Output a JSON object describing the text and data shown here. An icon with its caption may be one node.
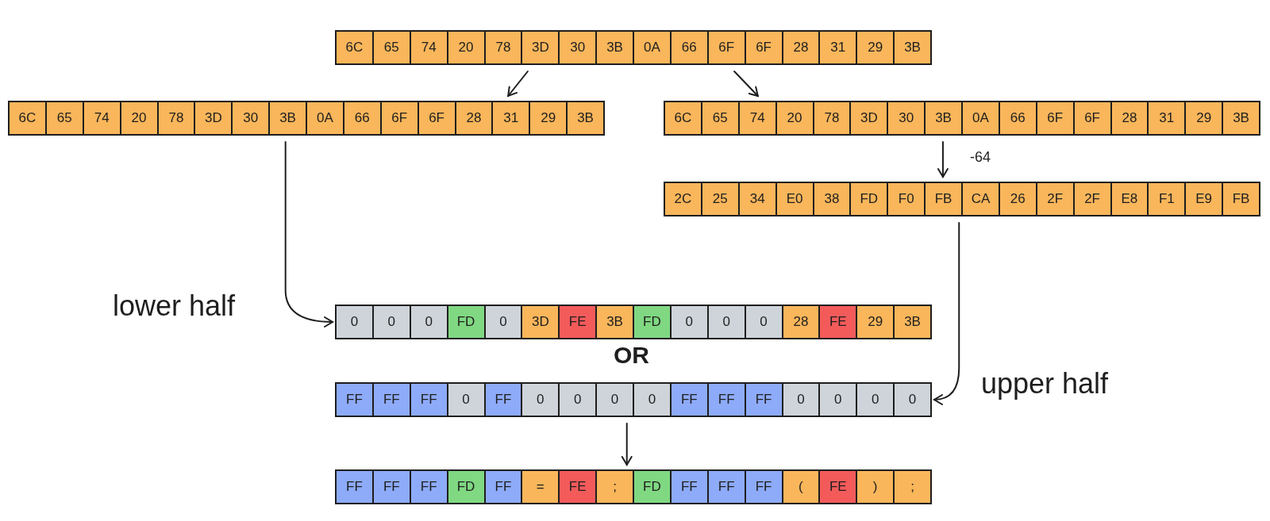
{
  "diagram": {
    "nodes": [
      {
        "text": [],
        "shape": "bar"
      },
      {
        "text": [
          "6C"
        ],
        "in": 0
      },
      {
        "text": [
          "65"
        ],
        "in": 0
      },
      {
        "text": [
          "74"
        ],
        "in": 0
      },
      {
        "text": [
          "20"
        ],
        "in": 0
      },
      {
        "text": [
          "78"
        ],
        "in": 0
      },
      {
        "text": [
          "3D"
        ],
        "in": 0
      },
      {
        "text": [
          "30"
        ],
        "in": 0
      },
      {
        "text": [
          "3B"
        ],
        "in": 0
      },
      {
        "text": [
          "0A"
        ],
        "in": 0
      },
      {
        "text": [
          "66"
        ],
        "in": 0
      },
      {
        "text": [
          "6F"
        ],
        "in": 0
      },
      {
        "text": [
          "6F"
        ],
        "in": 0
      },
      {
        "text": [
          "28"
        ],
        "in": 0
      },
      {
        "text": [
          "31"
        ],
        "in": 0
      },
      {
        "text": [
          "29"
        ],
        "in": 0
      },
      {
        "text": [
          "3B"
        ],
        "in": 0
      },
      {
        "text": [],
        "shape": "bar"
      },
      {
        "text": [
          "6C"
        ],
        "in": 17
      },
      {
        "text": [
          "65"
        ],
        "in": 17
      },
      {
        "text": [
          "74"
        ],
        "in": 17
      },
      {
        "text": [
          "20"
        ],
        "in": 17
      },
      {
        "text": [
          "78"
        ],
        "in": 17
      },
      {
        "text": [
          "3D"
        ],
        "in": 17
      },
      {
        "text": [
          "30"
        ],
        "in": 17
      },
      {
        "text": [
          "3B"
        ],
        "in": 17
      },
      {
        "text": [
          "0A"
        ],
        "in": 17
      },
      {
        "text": [
          "66"
        ],
        "in": 17
      },
      {
        "text": [
          "6F"
        ],
        "in": 17
      },
      {
        "text": [
          "6F"
        ],
        "in": 17
      },
      {
        "text": [
          "28"
        ],
        "in": 17
      },
      {
        "text": [
          "31"
        ],
        "in": 17
      },
      {
        "text": [
          "29"
        ],
        "in": 17
      },
      {
        "text": [
          "3B"
        ],
        "in": 17
      },
      {
        "text": [],
        "shape": "bar"
      },
      {
        "text": [
          "6C"
        ],
        "in": 34
      },
      {
        "text": [
          "65"
        ],
        "in": 34
      },
      {
        "text": [
          "74"
        ],
        "in": 34
      },
      {
        "text": [
          "20"
        ],
        "in": 34
      },
      {
        "text": [
          "78"
        ],
        "in": 34
      },
      {
        "text": [
          "3D"
        ],
        "in": 34
      },
      {
        "text": [
          "30"
        ],
        "in": 34
      },
      {
        "text": [
          "3B"
        ],
        "in": 34
      },
      {
        "text": [
          "0A"
        ],
        "in": 34
      },
      {
        "text": [
          "66"
        ],
        "in": 34
      },
      {
        "text": [
          "6F"
        ],
        "in": 34
      },
      {
        "text": [
          "6F"
        ],
        "in": 34
      },
      {
        "text": [
          "28"
        ],
        "in": 34
      },
      {
        "text": [
          "31"
        ],
        "in": 34
      },
      {
        "text": [
          "29"
        ],
        "in": 34
      },
      {
        "text": [
          "3B"
        ],
        "in": 34
      },
      {
        "text": [],
        "shape": "bar"
      },
      {
        "text": [
          "2C"
        ],
        "in": 51
      },
      {
        "text": [
          "25"
        ],
        "in": 51
      },
      {
        "text": [
          "34"
        ],
        "in": 51
      },
      {
        "text": [
          "E0"
        ],
        "in": 51
      },
      {
        "text": [
          "38"
        ],
        "in": 51
      },
      {
        "text": [
          "FD"
        ],
        "in": 51
      },
      {
        "text": [
          "F0"
        ],
        "in": 51
      },
      {
        "text": [
          "FB"
        ],
        "in": 51
      },
      {
        "text": [
          "CA"
        ],
        "in": 51
      },
      {
        "text": [
          "26"
        ],
        "in": 51
      },
      {
        "text": [
          "2F"
        ],
        "in": 51
      },
      {
        "text": [
          "2F"
        ],
        "in": 51
      },
      {
        "text": [
          "E8"
        ],
        "in": 51
      },
      {
        "text": [
          "F1"
        ],
        "in": 51
      },
      {
        "text": [
          "E9"
        ],
        "in": 51
      },
      {
        "text": [
          "FB"
        ],
        "in": 51
      },
      {
        "text": [],
        "shape": "bar"
      },
      {
        "text": [
          "0"
        ],
        "in": 68
      },
      {
        "text": [
          "0"
        ],
        "in": 68
      },
      {
        "text": [
          "0"
        ],
        "in": 68
      },
      {
        "text": [
          "FD"
        ],
        "in": 68
      },
      {
        "text": [
          "0"
        ],
        "in": 68
      },
      {
        "text": [
          "3D"
        ],
        "in": 68
      },
      {
        "text": [
          "FE"
        ],
        "in": 68
      },
      {
        "text": [
          "3B"
        ],
        "in": 68
      },
      {
        "text": [
          "FD"
        ],
        "in": 68
      },
      {
        "text": [
          "0"
        ],
        "in": 68
      },
      {
        "text": [
          "0"
        ],
        "in": 68
      },
      {
        "text": [
          "0"
        ],
        "in": 68
      },
      {
        "text": [
          "28"
        ],
        "in": 68
      },
      {
        "text": [
          "FE"
        ],
        "in": 68
      },
      {
        "text": [
          "29"
        ],
        "in": 68
      },
      {
        "text": [
          "3B"
        ],
        "in": 68
      },
      {
        "text": [],
        "shape": "bar"
      },
      {
        "text": [
          "FF"
        ],
        "in": 85
      },
      {
        "text": [
          "FF"
        ],
        "in": 85
      },
      {
        "text": [
          "FF"
        ],
        "in": 85
      },
      {
        "text": [
          "0"
        ],
        "in": 85
      },
      {
        "text": [
          "FF"
        ],
        "in": 85
      },
      {
        "text": [
          "0"
        ],
        "in": 85
      },
      {
        "text": [
          "0"
        ],
        "in": 85
      },
      {
        "text": [
          "0"
        ],
        "in": 85
      },
      {
        "text": [
          "0"
        ],
        "in": 85
      },
      {
        "text": [
          "FF"
        ],
        "in": 85
      },
      {
        "text": [
          "FF"
        ],
        "in": 85
      },
      {
        "text": [
          "FF"
        ],
        "in": 85
      },
      {
        "text": [
          "0"
        ],
        "in": 85
      },
      {
        "text": [
          "0"
        ],
        "in": 85
      },
      {
        "text": [
          "0"
        ],
        "in": 85
      },
      {
        "text": [
          "0"
        ],
        "in": 85
      },
      {
        "text": [],
        "shape": "bar"
      },
      {
        "text": [
          "FF"
        ],
        "in": 102
      },
      {
        "text": [
          "FF"
        ],
        "in": 102
      },
      {
        "text": [
          "FF"
        ],
        "in": 102
      },
      {
        "text": [
          "FD"
        ],
        "in": 102
      },
      {
        "text": [
          "FF"
        ],
        "in": 102
      },
      {
        "text": [
          "="
        ],
        "in": 102
      },
      {
        "text": [
          "FE"
        ],
        "in": 102
      },
      {
        "text": [
          ";"
        ],
        "in": 102
      },
      {
        "text": [
          "FD"
        ],
        "in": 102
      },
      {
        "text": [
          "FF"
        ],
        "in": 102
      },
      {
        "text": [
          "FF"
        ],
        "in": 102
      },
      {
        "text": [
          "FF"
        ],
        "in": 102
      },
      {
        "text": [
          "("
        ],
        "in": 102
      },
      {
        "text": [
          "FE"
        ],
        "in": 102
      },
      {
        "text": [
          ")"
        ],
        "in": 102
      },
      {
        "text": [
          ";"
        ],
        "in": 102
      }
    ],
    "edges": [
      {
        "from": 0,
        "to": 17,
        "arrow": "to"
      },
      {
        "from": 0,
        "to": 34,
        "arrow": "to"
      },
      {
        "from": 34,
        "to": 51,
        "arrow": "to",
        "label": "-64"
      },
      {
        "from": 17,
        "to": 68,
        "arrow": "to",
        "label": "lower half"
      },
      {
        "from": 51,
        "to": 85,
        "arrow": "to",
        "label": "upper half"
      },
      {
        "from": 85,
        "to": 102,
        "arrow": "to"
      }
    ],
    "labels": [
      "OR"
    ]
  }
}
